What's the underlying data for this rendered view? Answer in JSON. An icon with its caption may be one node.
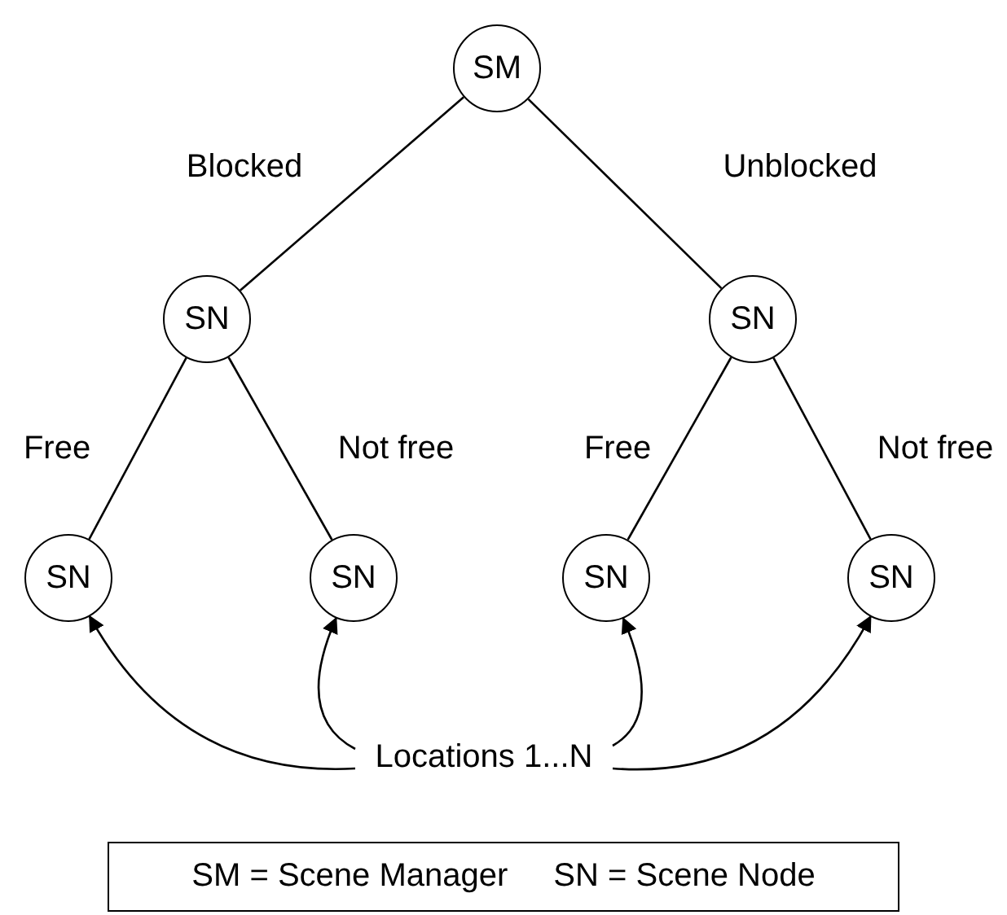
{
  "diagram": {
    "nodes": [
      {
        "text": [
          "SM"
        ]
      },
      {
        "text": [
          "SN"
        ]
      },
      {
        "text": [
          "SN"
        ]
      },
      {
        "text": [
          "SN"
        ]
      },
      {
        "text": [
          "SN"
        ]
      },
      {
        "text": [
          "SN"
        ]
      },
      {
        "text": [
          "SN"
        ]
      },
      {
        "text": [
          "Locations 1...N"
        ]
      }
    ],
    "edges": [
      {
        "from": 0,
        "to": 1,
        "arrow": "none",
        "label": "Blocked"
      },
      {
        "from": 0,
        "to": 2,
        "arrow": "none",
        "label": "Unblocked"
      },
      {
        "from": 1,
        "to": 3,
        "arrow": "none",
        "label": "Free"
      },
      {
        "from": 1,
        "to": 4,
        "arrow": "none",
        "label": "Not free"
      },
      {
        "from": 2,
        "to": 5,
        "arrow": "none",
        "label": "Free"
      },
      {
        "from": 2,
        "to": 6,
        "arrow": "none",
        "label": "Not free"
      },
      {
        "from": 7,
        "to": 3,
        "arrow": "to"
      },
      {
        "from": 7,
        "to": 4,
        "arrow": "to"
      },
      {
        "from": 7,
        "to": 5,
        "arrow": "to"
      },
      {
        "from": 7,
        "to": 6,
        "arrow": "to"
      }
    ],
    "labels": [
      "SM = Scene Manager",
      "SN = Scene Node"
    ]
  }
}
